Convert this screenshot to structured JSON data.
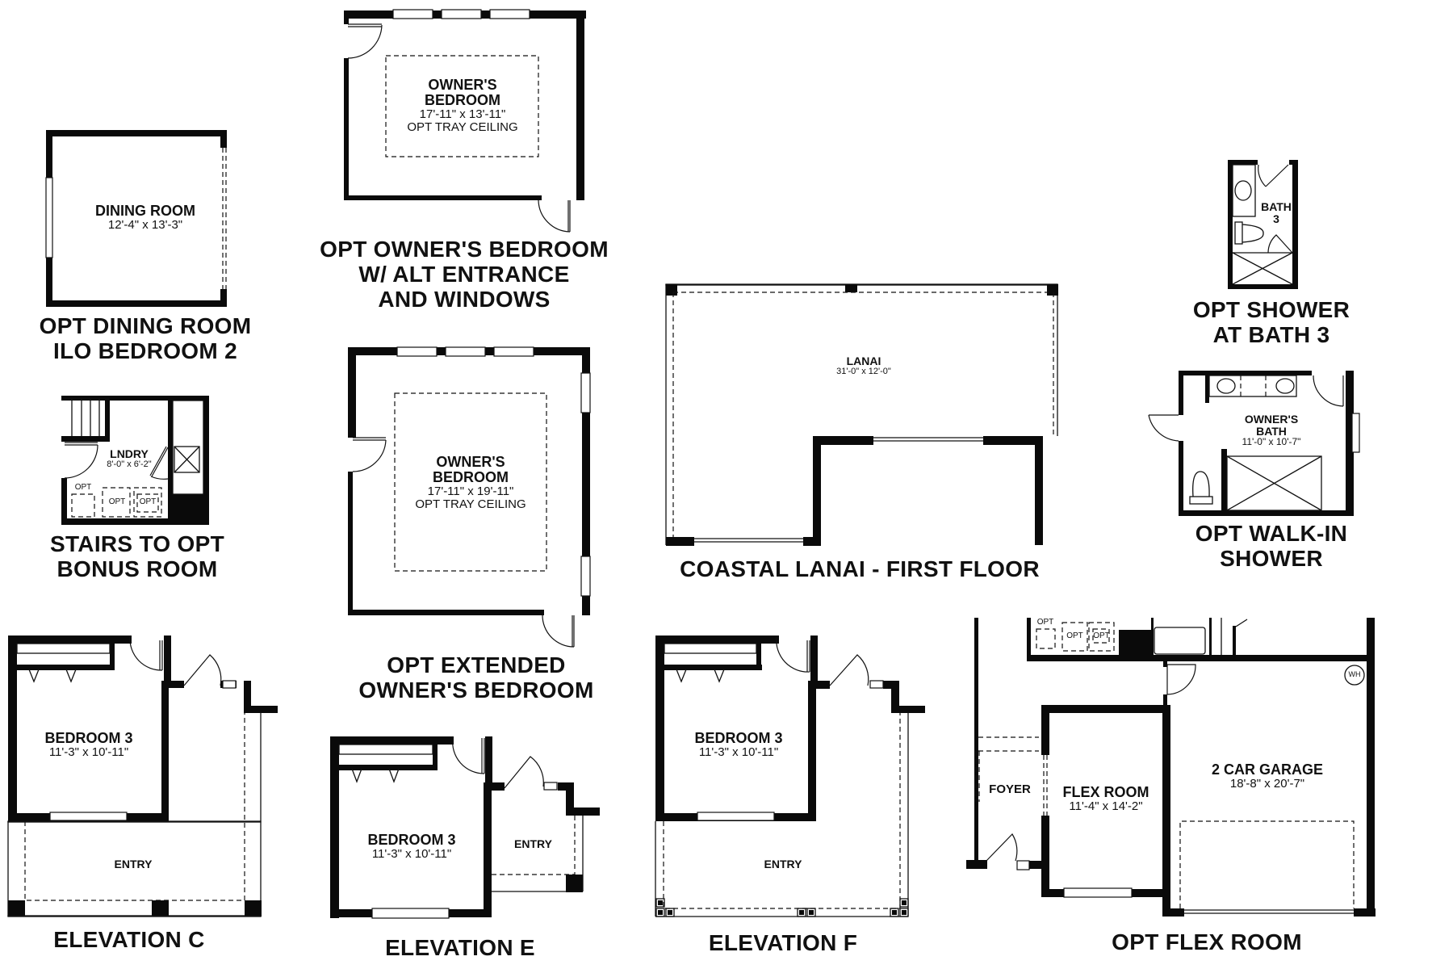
{
  "plan_options": [
    {
      "id": "dining",
      "title_lines": [
        "OPT DINING ROOM",
        "ILO BEDROOM 2"
      ],
      "rooms": [
        {
          "name": "DINING ROOM",
          "dims": "12'-4\" x 13'-3\""
        }
      ]
    },
    {
      "id": "owners_alt",
      "title_lines": [
        "OPT OWNER'S BEDROOM",
        "W/ ALT ENTRANCE",
        "AND WINDOWS"
      ],
      "rooms": [
        {
          "name_lines": [
            "OWNER'S",
            "BEDROOM"
          ],
          "dims": "17'-11\" x 13'-11\"",
          "note": "OPT TRAY CEILING"
        }
      ]
    },
    {
      "id": "stairs",
      "title_lines": [
        "STAIRS TO OPT",
        "BONUS ROOM"
      ],
      "rooms": [
        {
          "name": "LNDRY",
          "dims": "8'-0\" x 6'-2\""
        }
      ],
      "fixtures": [
        "OPT",
        "OPT",
        "OPT"
      ]
    },
    {
      "id": "owners_ext",
      "title_lines": [
        "OPT EXTENDED",
        "OWNER'S BEDROOM"
      ],
      "rooms": [
        {
          "name_lines": [
            "OWNER'S",
            "BEDROOM"
          ],
          "dims": "17'-11\" x 19'-11\"",
          "note": "OPT TRAY CEILING"
        }
      ]
    },
    {
      "id": "lanai",
      "title_lines": [
        "COASTAL LANAI - FIRST FLOOR"
      ],
      "rooms": [
        {
          "name": "LANAI",
          "dims": "31'-0\" x 12'-0\""
        }
      ]
    },
    {
      "id": "bath3",
      "title_lines": [
        "OPT SHOWER",
        "AT BATH 3"
      ],
      "rooms": [
        {
          "name_lines": [
            "BATH",
            "3"
          ]
        }
      ]
    },
    {
      "id": "walkin",
      "title_lines": [
        "OPT WALK-IN",
        "SHOWER"
      ],
      "rooms": [
        {
          "name_lines": [
            "OWNER'S",
            "BATH"
          ],
          "dims": "11'-0\" x 10'-7\""
        }
      ]
    },
    {
      "id": "elev_c",
      "title_lines": [
        "ELEVATION C"
      ],
      "rooms": [
        {
          "name": "BEDROOM 3",
          "dims": "11'-3\" x 10'-11\""
        },
        {
          "name": "ENTRY"
        }
      ]
    },
    {
      "id": "elev_e",
      "title_lines": [
        "ELEVATION E"
      ],
      "rooms": [
        {
          "name": "BEDROOM 3",
          "dims": "11'-3\" x 10'-11\""
        },
        {
          "name": "ENTRY"
        }
      ]
    },
    {
      "id": "elev_f",
      "title_lines": [
        "ELEVATION F"
      ],
      "rooms": [
        {
          "name": "BEDROOM 3",
          "dims": "11'-3\" x 10'-11\""
        },
        {
          "name": "ENTRY"
        }
      ]
    },
    {
      "id": "flex",
      "title_lines": [
        "OPT FLEX ROOM"
      ],
      "rooms": [
        {
          "name": "FOYER"
        },
        {
          "name": "FLEX ROOM",
          "dims": "11'-4\" x 14'-2\""
        },
        {
          "name": "2 CAR GARAGE",
          "dims": "18'-8\" x 20'-7\""
        }
      ],
      "fixtures": [
        "OPT",
        "OPT",
        "OPT",
        "WH"
      ]
    }
  ],
  "colors": {
    "wall": "#0a0a0a",
    "background": "#ffffff"
  }
}
